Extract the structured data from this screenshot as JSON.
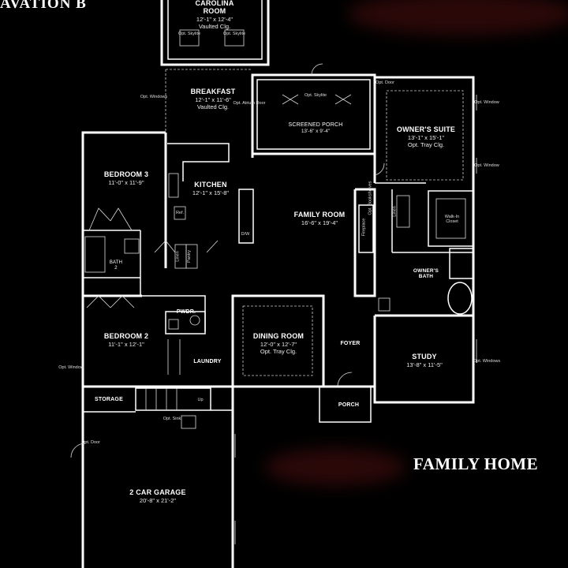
{
  "header": {
    "elevation_title": "AVATION B"
  },
  "branding": {
    "name": "FAMILY HOME"
  },
  "rooms": {
    "carolina": {
      "name": "CAROLINA",
      "name2": "ROOM",
      "dims": "12'-1\" x 12'-4\"",
      "note": "Vaulted Clg."
    },
    "breakfast": {
      "name": "BREAKFAST",
      "dims": "12'-1\" x 11'-6\"",
      "note": "Vaulted Clg."
    },
    "screened_porch": {
      "name": "SCREENED PORCH",
      "dims": "13'-6\" x 9'-4\""
    },
    "owners_suite": {
      "name": "OWNER'S SUITE",
      "dims": "13'-1\" x 15'-1\"",
      "note": "Opt. Tray Clg."
    },
    "bedroom3": {
      "name": "BEDROOM 3",
      "dims": "11'-0\" x 11'-9\""
    },
    "kitchen": {
      "name": "KITCHEN",
      "dims": "12'-1\" x 15'-8\""
    },
    "family_room": {
      "name": "FAMILY ROOM",
      "dims": "16'-6\" x 19'-4\""
    },
    "bath2": {
      "name": "BATH",
      "name2": "2"
    },
    "owners_bath": {
      "name": "OWNER'S",
      "name2": "BATH"
    },
    "walkin_closet": {
      "name": "Walk-In",
      "name2": "Closet"
    },
    "pwdr": {
      "name": "PWDR."
    },
    "bedroom2": {
      "name": "BEDROOM 2",
      "dims": "11'-1\" x 12'-1\""
    },
    "laundry": {
      "name": "LAUNDRY"
    },
    "dining_room": {
      "name": "DINING ROOM",
      "dims": "12'-0\" x 12'-7\"",
      "note": "Opt. Tray Clg."
    },
    "foyer": {
      "name": "FOYER"
    },
    "study": {
      "name": "STUDY",
      "dims": "13'-8\" x 11'-5\""
    },
    "storage": {
      "name": "STORAGE"
    },
    "porch": {
      "name": "PORCH"
    },
    "garage": {
      "name": "2 CAR GARAGE",
      "dims": "20'-8\" x 21'-2\""
    }
  },
  "notes": {
    "opt_skylite": "Opt. Skylite",
    "opt_windows": "Opt. Windows",
    "opt_window": "Opt. Window",
    "opt_atrium_door": "Opt. Atrium Door",
    "opt_door": "Opt. Door",
    "opt_sink": "Opt. Sink",
    "opt_bookshelves": "Opt. Bookshelves",
    "fireplace": "Fireplace",
    "linen": "Linen",
    "pantry": "Pantry",
    "ref": "Ref.",
    "dw": "D/W",
    "up": "Up"
  }
}
